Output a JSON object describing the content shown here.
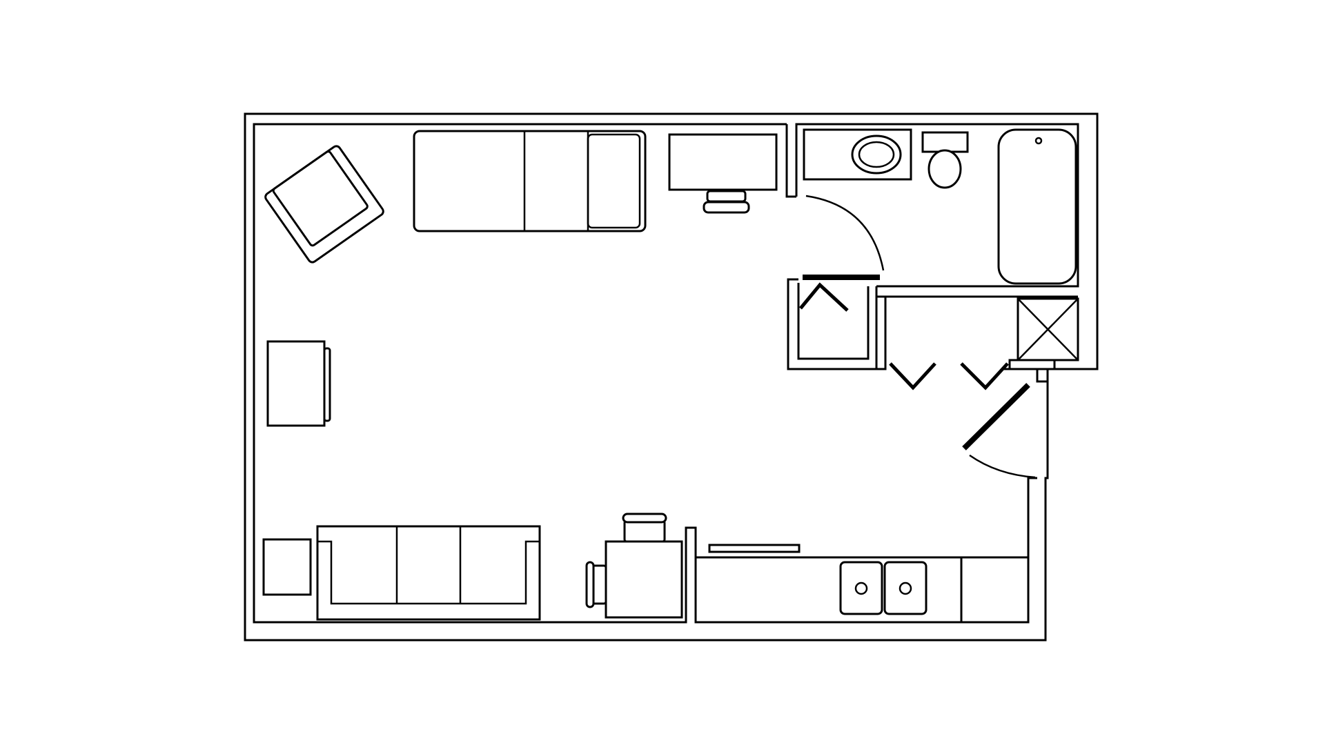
{
  "diagram": {
    "type": "floor-plan",
    "text_labels": [],
    "colors": {
      "background": "#ffffff",
      "line": "#000000"
    },
    "fixtures": [
      "armchair",
      "bed",
      "desk",
      "desk-chair",
      "side-table",
      "sofa",
      "end-table",
      "dining-table",
      "dining-chair",
      "kitchen-counter",
      "double-sink",
      "bathroom-vanity",
      "toilet",
      "bathtub",
      "coat-closet",
      "linen-closet",
      "utility-box",
      "entry-door",
      "bathroom-door"
    ]
  }
}
